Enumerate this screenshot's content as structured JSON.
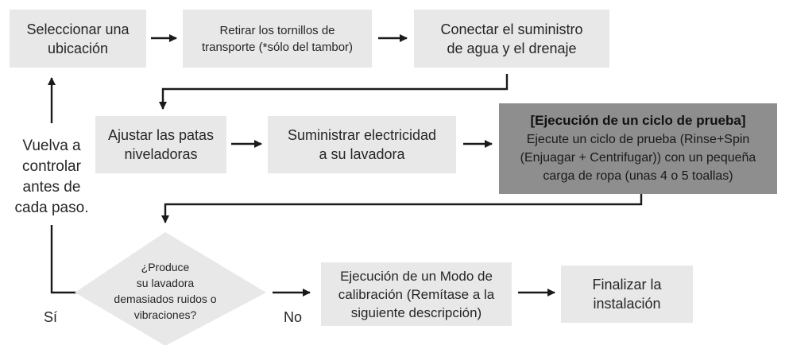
{
  "row1": [
    {
      "lines": [
        "Seleccionar una",
        "ubicación"
      ]
    },
    {
      "lines": [
        "Retirar los tornillos de",
        "transporte (*sólo del tambor)"
      ]
    },
    {
      "lines": [
        "Conectar el suministro",
        "de agua y el drenaje"
      ]
    }
  ],
  "row2": [
    {
      "lines": [
        "Ajustar las patas",
        "niveladoras"
      ]
    },
    {
      "lines": [
        "Suministrar electricidad",
        "a su lavadora"
      ]
    }
  ],
  "test_box": {
    "title": "[Ejecución de un ciclo de prueba]",
    "lines": [
      "Ejecute un ciclo de prueba (Rinse+Spin",
      "(Enjuagar + Centrifugar)) con un pequeña",
      "carga de ropa (unas 4 o 5 toallas)"
    ]
  },
  "side_note": [
    "Vuelva a",
    "controlar",
    "antes de",
    "cada paso."
  ],
  "decision": {
    "lines": [
      "¿Produce",
      "su lavadora",
      "demasiados ruidos o",
      "vibraciones?"
    ],
    "yes_label": "Sí",
    "no_label": "No"
  },
  "row3": [
    {
      "lines": [
        "Ejecución de un Modo de",
        "calibración (Remítase a la",
        "siguiente descripción)"
      ]
    },
    {
      "lines": [
        "Finalizar la",
        "instalación"
      ]
    }
  ]
}
